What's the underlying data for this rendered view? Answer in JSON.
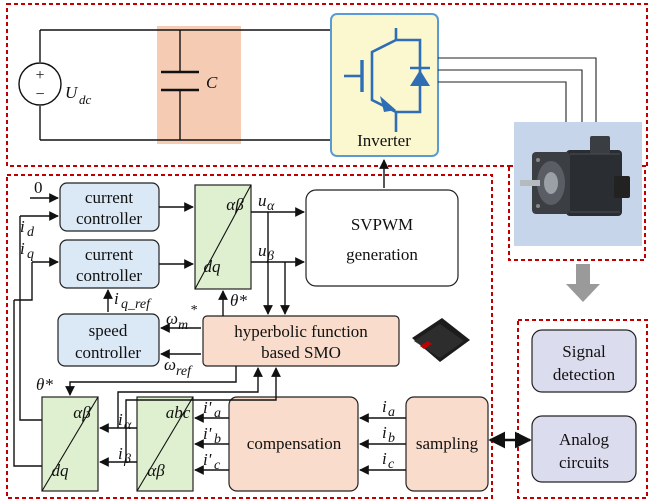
{
  "power": {
    "source_symbol": "U",
    "source_sub": "dc",
    "capacitor_label": "C",
    "inverter_label": "Inverter"
  },
  "control": {
    "current_controller_d": [
      "current",
      "controller"
    ],
    "current_controller_q": [
      "current",
      "controller"
    ],
    "speed_controller": [
      "speed",
      "controller"
    ],
    "svpwm": [
      "SVPWM",
      "generation"
    ],
    "smo": [
      "hyperbolic function",
      "based SMO"
    ],
    "compensation": "compensation",
    "sampling": "sampling",
    "park": {
      "top": "αβ",
      "bottom": "dq"
    },
    "inv_park": {
      "top": "αβ",
      "bottom": "dq"
    },
    "clarke": {
      "top": "abc",
      "bottom": "αβ"
    },
    "zero_ref": "0"
  },
  "signals": {
    "id": {
      "base": "i",
      "sub": "d"
    },
    "iq": {
      "base": "i",
      "sub": "q"
    },
    "iq_ref": {
      "base": "i",
      "sub": "q_ref"
    },
    "u_alpha": {
      "base": "u",
      "sub": "α"
    },
    "u_beta": {
      "base": "u",
      "sub": "β"
    },
    "theta_star": "θ*",
    "omega_m": {
      "base": "ω",
      "sub": "m",
      "sup": "*"
    },
    "omega_ref": {
      "base": "ω",
      "sub": "ref"
    },
    "i_alpha": {
      "base": "i",
      "sub": "α"
    },
    "i_beta": {
      "base": "i",
      "sub": "β"
    },
    "ip_a": {
      "base": "i'",
      "sub": "a"
    },
    "ip_b": {
      "base": "i'",
      "sub": "b"
    },
    "ip_c": {
      "base": "i'",
      "sub": "c"
    },
    "i_a": {
      "base": "i",
      "sub": "a"
    },
    "i_b": {
      "base": "i",
      "sub": "b"
    },
    "i_c": {
      "base": "i",
      "sub": "c"
    }
  },
  "peripheral": {
    "signal_detection": [
      "Signal",
      "detection"
    ],
    "analog_circuits": [
      "Analog",
      "circuits"
    ]
  },
  "colors": {
    "dash_border": "#c00000",
    "blue_block": "#dbe8f6",
    "pink_block": "#f9dccb",
    "green_block": "#dff0d0",
    "capacitor_band": "#f3c3a6",
    "inverter_fill": "#fbf7cf",
    "inverter_border": "#5b9bd5",
    "motor_panel": "#c6d5ea"
  }
}
